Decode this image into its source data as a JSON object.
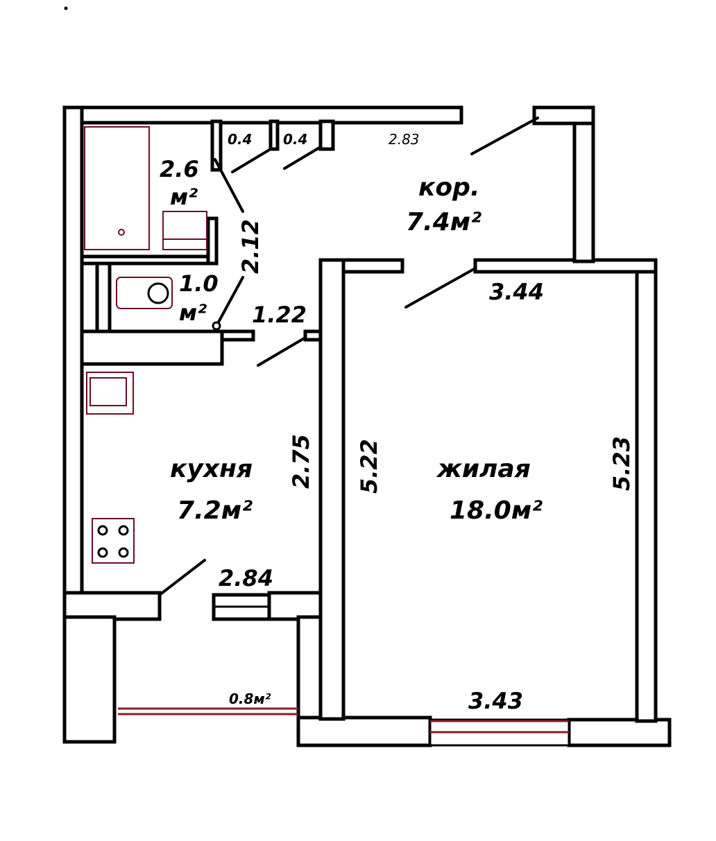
{
  "plan": {
    "rooms": {
      "bathroom": {
        "area": "2.6",
        "unit": "м²"
      },
      "toilet": {
        "area": "1.0",
        "unit": "м²"
      },
      "corridor": {
        "label": "кор.",
        "area": "7.4м²"
      },
      "kitchen": {
        "label": "кухня",
        "area": "7.2м²"
      },
      "living": {
        "label": "жилая",
        "area": "18.0м²"
      },
      "balcony": {
        "area": "0.8м²"
      }
    },
    "dimensions": {
      "closet_1": "0.4",
      "closet_2": "0.4",
      "corridor_top": "2.83",
      "corridor_side": "2.12",
      "corridor_bottom": "1.22",
      "living_top": "3.44",
      "kitchen_side": "2.75",
      "kitchen_bottom": "2.84",
      "living_left": "5.22",
      "living_right": "5.23",
      "living_bottom": "3.43"
    },
    "colors": {
      "wall": "#000000",
      "window": "#8a1a2a",
      "fixture": "#6a1020"
    }
  }
}
